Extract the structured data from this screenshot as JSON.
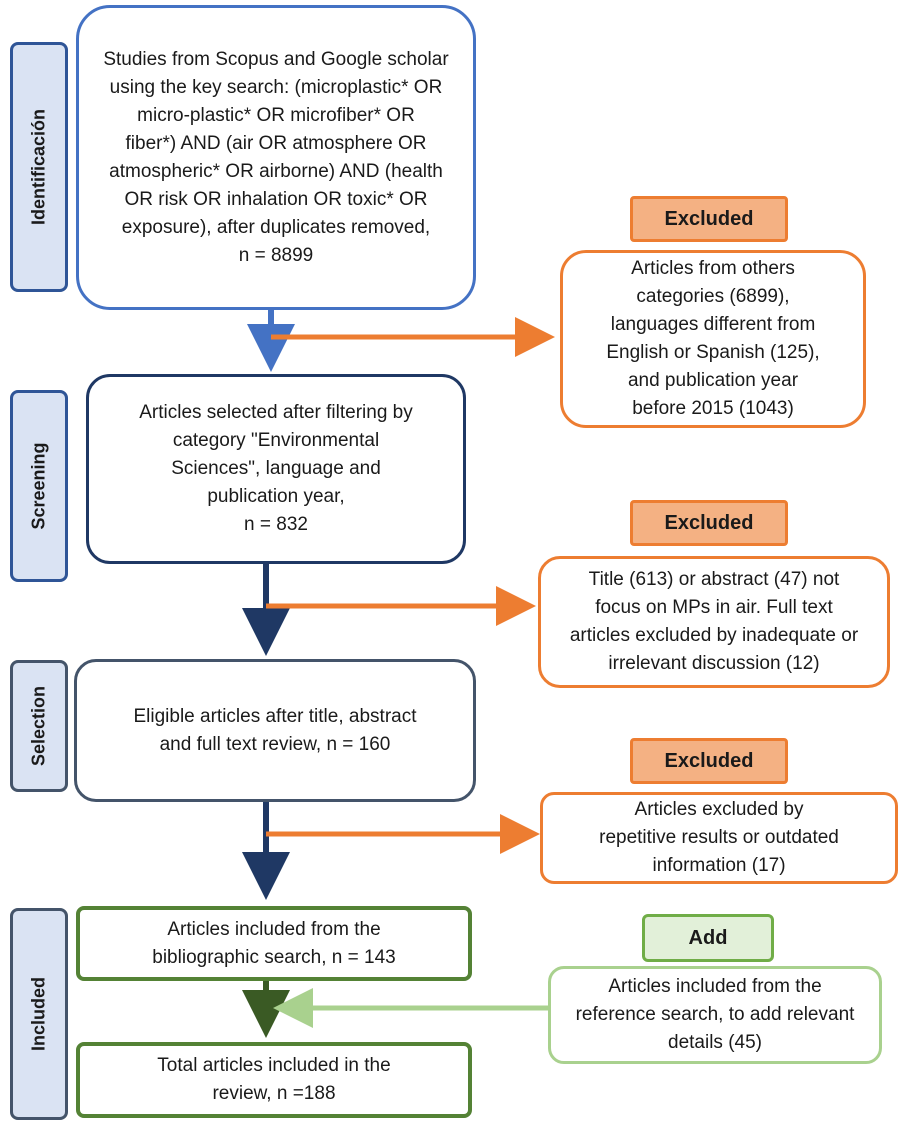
{
  "phases": {
    "identification": "Identificación",
    "screening": "Screening",
    "selection": "Selection",
    "included": "Included"
  },
  "main_boxes": {
    "identification": "Studies from Scopus and Google scholar\nusing the key search: (microplastic* OR\nmicro-plastic* OR microfiber* OR\nfiber*) AND (air OR atmosphere OR\natmospheric* OR airborne) AND (health\nOR risk OR inhalation OR toxic* OR\nexposure), after duplicates removed,\nn = 8899",
    "screening": "Articles selected after filtering by\ncategory \"Environmental\nSciences\", language and\npublication year,\nn = 832",
    "selection": "Eligible articles after title, abstract\nand full text review, n = 160",
    "included_bibliographic": "Articles included from the\nbibliographic search, n = 143",
    "total": "Total articles included in the\nreview, n =188"
  },
  "side_boxes": {
    "excluded_label_1": "Excluded",
    "excluded_1": "Articles from others\ncategories (6899),\nlanguages different from\nEnglish or Spanish (125),\nand publication year\nbefore 2015 (1043)",
    "excluded_label_2": "Excluded",
    "excluded_2": "Title (613) or abstract (47) not\nfocus on MPs in air. Full text\narticles excluded by inadequate or\nirrelevant discussion (12)",
    "excluded_label_3": "Excluded",
    "excluded_3": "Articles excluded by\nrepetitive results or outdated\ninformation (17)",
    "add_label": "Add",
    "add": "Articles included from the\nreference search, to add relevant\ndetails (45)"
  },
  "colors": {
    "blue": "#4472c4",
    "navy": "#1f3864",
    "slate": "#44546a",
    "green": "#548235",
    "light_green": "#a9d18e",
    "orange": "#ed7d31",
    "orange_fill": "#f4b183",
    "phase_fill": "#dae3f3",
    "add_fill": "#e2f0d9"
  }
}
